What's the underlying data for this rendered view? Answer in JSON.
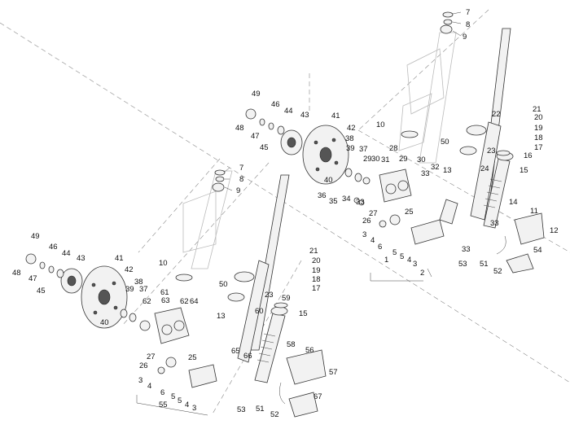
{
  "diagram": {
    "labels": [
      {
        "id": "u7",
        "text": "7"
      },
      {
        "id": "u8",
        "text": "8"
      },
      {
        "id": "u9",
        "text": "9"
      },
      {
        "id": "u21",
        "text": "21"
      },
      {
        "id": "u22",
        "text": "22"
      },
      {
        "id": "u20",
        "text": "20"
      },
      {
        "id": "u19",
        "text": "19"
      },
      {
        "id": "u18",
        "text": "18"
      },
      {
        "id": "u17",
        "text": "17"
      },
      {
        "id": "u10",
        "text": "10"
      },
      {
        "id": "u50",
        "text": "50"
      },
      {
        "id": "u23",
        "text": "23"
      },
      {
        "id": "u16",
        "text": "16"
      },
      {
        "id": "u24",
        "text": "24"
      },
      {
        "id": "u15",
        "text": "15"
      },
      {
        "id": "u49",
        "text": "49"
      },
      {
        "id": "u46",
        "text": "46"
      },
      {
        "id": "u44",
        "text": "44"
      },
      {
        "id": "u43",
        "text": "43"
      },
      {
        "id": "u41",
        "text": "41"
      },
      {
        "id": "u48",
        "text": "48"
      },
      {
        "id": "u47",
        "text": "47"
      },
      {
        "id": "u45",
        "text": "45"
      },
      {
        "id": "u42",
        "text": "42"
      },
      {
        "id": "u38",
        "text": "38"
      },
      {
        "id": "u39",
        "text": "39"
      },
      {
        "id": "u37",
        "text": "37"
      },
      {
        "id": "u28",
        "text": "28"
      },
      {
        "id": "u31",
        "text": "31"
      },
      {
        "id": "u29a",
        "text": "29"
      },
      {
        "id": "u30a",
        "text": "30"
      },
      {
        "id": "u29b",
        "text": "29"
      },
      {
        "id": "u30b",
        "text": "30"
      },
      {
        "id": "u32",
        "text": "32"
      },
      {
        "id": "u13a",
        "text": "13"
      },
      {
        "id": "u33a",
        "text": "33"
      },
      {
        "id": "u40",
        "text": "40"
      },
      {
        "id": "u36",
        "text": "36"
      },
      {
        "id": "u35",
        "text": "35"
      },
      {
        "id": "u34",
        "text": "34"
      },
      {
        "id": "u33b",
        "text": "33"
      },
      {
        "id": "u14",
        "text": "14"
      },
      {
        "id": "u27",
        "text": "27"
      },
      {
        "id": "u25",
        "text": "25"
      },
      {
        "id": "u26",
        "text": "26"
      },
      {
        "id": "u3a",
        "text": "3"
      },
      {
        "id": "u4a",
        "text": "4"
      },
      {
        "id": "u6a",
        "text": "6"
      },
      {
        "id": "u5a",
        "text": "5"
      },
      {
        "id": "u5b",
        "text": "5"
      },
      {
        "id": "u4b",
        "text": "4"
      },
      {
        "id": "u3b",
        "text": "3"
      },
      {
        "id": "u1",
        "text": "1"
      },
      {
        "id": "u2",
        "text": "2"
      },
      {
        "id": "u33c",
        "text": "33"
      },
      {
        "id": "u33d",
        "text": "33"
      },
      {
        "id": "u53a",
        "text": "53"
      },
      {
        "id": "u51a",
        "text": "51"
      },
      {
        "id": "u52a",
        "text": "52"
      },
      {
        "id": "u11",
        "text": "11"
      },
      {
        "id": "u12",
        "text": "12"
      },
      {
        "id": "u54",
        "text": "54"
      },
      {
        "id": "l7",
        "text": "7"
      },
      {
        "id": "l8",
        "text": "8"
      },
      {
        "id": "l9",
        "text": "9"
      },
      {
        "id": "l10",
        "text": "10"
      },
      {
        "id": "l49",
        "text": "49"
      },
      {
        "id": "l46",
        "text": "46"
      },
      {
        "id": "l44",
        "text": "44"
      },
      {
        "id": "l43",
        "text": "43"
      },
      {
        "id": "l48",
        "text": "48"
      },
      {
        "id": "l47",
        "text": "47"
      },
      {
        "id": "l45",
        "text": "45"
      },
      {
        "id": "l41",
        "text": "41"
      },
      {
        "id": "l42",
        "text": "42"
      },
      {
        "id": "l38",
        "text": "38"
      },
      {
        "id": "l39",
        "text": "39"
      },
      {
        "id": "l37",
        "text": "37"
      },
      {
        "id": "l61",
        "text": "61"
      },
      {
        "id": "l63",
        "text": "63"
      },
      {
        "id": "l62a",
        "text": "62"
      },
      {
        "id": "l62b",
        "text": "62"
      },
      {
        "id": "l64",
        "text": "64"
      },
      {
        "id": "l40",
        "text": "40"
      },
      {
        "id": "l13",
        "text": "13"
      },
      {
        "id": "l21",
        "text": "21"
      },
      {
        "id": "l20",
        "text": "20"
      },
      {
        "id": "l19",
        "text": "19"
      },
      {
        "id": "l18",
        "text": "18"
      },
      {
        "id": "l17",
        "text": "17"
      },
      {
        "id": "l50",
        "text": "50"
      },
      {
        "id": "l23",
        "text": "23"
      },
      {
        "id": "l59",
        "text": "59"
      },
      {
        "id": "l60",
        "text": "60"
      },
      {
        "id": "l15",
        "text": "15"
      },
      {
        "id": "l58",
        "text": "58"
      },
      {
        "id": "l27",
        "text": "27"
      },
      {
        "id": "l25",
        "text": "25"
      },
      {
        "id": "l26",
        "text": "26"
      },
      {
        "id": "l65",
        "text": "65"
      },
      {
        "id": "l66",
        "text": "66"
      },
      {
        "id": "l3a",
        "text": "3"
      },
      {
        "id": "l4a",
        "text": "4"
      },
      {
        "id": "l6",
        "text": "6"
      },
      {
        "id": "l5a",
        "text": "5"
      },
      {
        "id": "l5b",
        "text": "5"
      },
      {
        "id": "l4b",
        "text": "4"
      },
      {
        "id": "l3b",
        "text": "3"
      },
      {
        "id": "l55",
        "text": "55"
      },
      {
        "id": "l56",
        "text": "56"
      },
      {
        "id": "l57",
        "text": "57"
      },
      {
        "id": "l67",
        "text": "67"
      },
      {
        "id": "l53",
        "text": "53"
      },
      {
        "id": "l51",
        "text": "51"
      },
      {
        "id": "l52",
        "text": "52"
      }
    ]
  }
}
